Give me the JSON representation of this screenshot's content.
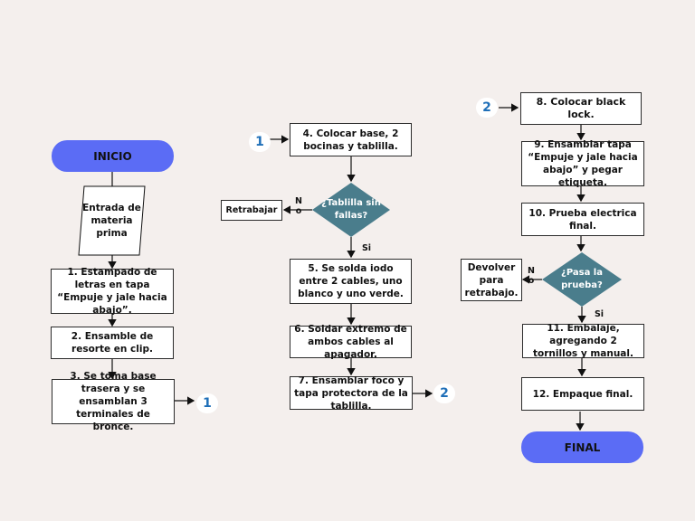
{
  "colors": {
    "background": "#f4efed",
    "terminal": "#5b6cf5",
    "decision": "#4a7d8c",
    "connector_text": "#1f6fb8"
  },
  "terminals": {
    "start": "INICIO",
    "end": "FINAL"
  },
  "column1": {
    "input": "Entrada de materia prima",
    "step1": "1. Estampado de letras en tapa “Empuje y jale hacia abajo”.",
    "step2": "2. Ensamble de resorte en clip.",
    "step3": "3. Se toma base trasera y se ensamblan 3 terminales de bronce.",
    "connector_out": "1"
  },
  "column2": {
    "connector_in": "1",
    "step4": "4.  Colocar base, 2 bocinas y tablilla.",
    "decision": "¿Tablilla sin fallas?",
    "rework": "Retrabajar",
    "no": "No",
    "yes": "Si",
    "step5": "5. Se solda iodo entre 2 cables, uno blanco y uno verde.",
    "step6": "6. Soldar extremo de ambos cables al apagador.",
    "step7": "7. Ensamblar foco y tapa protectora de la tablilla.",
    "connector_out": "2"
  },
  "column3": {
    "connector_in": "2",
    "step8": "8. Colocar black lock.",
    "step9": "9.  Ensamblar tapa “Empuje y jale hacia abajo” y pegar etiqueta.",
    "step10": "10. Prueba electrica final.",
    "decision": "¿Pasa la prueba?",
    "rework": "Devolver para retrabajo.",
    "no": "No",
    "yes": "Si",
    "step11": "11. Embalaje, agregando 2 tornillos y manual.",
    "step12": "12. Empaque final."
  }
}
